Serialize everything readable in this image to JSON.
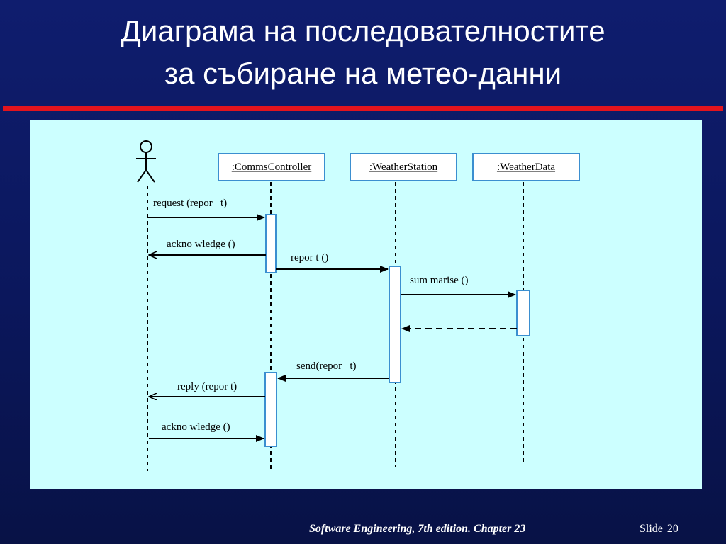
{
  "title": {
    "line1": "Диаграма на последователностите",
    "line2": "за събиране на метео-данни"
  },
  "diagram": {
    "objects": [
      {
        "id": "comms",
        "label": ":CommsController"
      },
      {
        "id": "station",
        "label": ":WeatherStation"
      },
      {
        "id": "data",
        "label": ":WeatherData"
      }
    ],
    "messages": [
      {
        "id": "m1",
        "label": "request (repor   t)"
      },
      {
        "id": "m2",
        "label": "ackno wledge ()"
      },
      {
        "id": "m3",
        "label": "repor t ()"
      },
      {
        "id": "m4",
        "label": "sum marise ()"
      },
      {
        "id": "m5",
        "label": ""
      },
      {
        "id": "m6",
        "label": "send(repor   t)"
      },
      {
        "id": "m7",
        "label": "reply (repor t)"
      },
      {
        "id": "m8",
        "label": "ackno wledge ()"
      }
    ],
    "colors": {
      "panel": "#ccffff",
      "box_border": "#3b8fd0",
      "line": "#000000"
    }
  },
  "footer": {
    "reference": "Software Engineering, 7th edition. Chapter 23",
    "slide_label": "Slide",
    "slide_number": "20"
  }
}
